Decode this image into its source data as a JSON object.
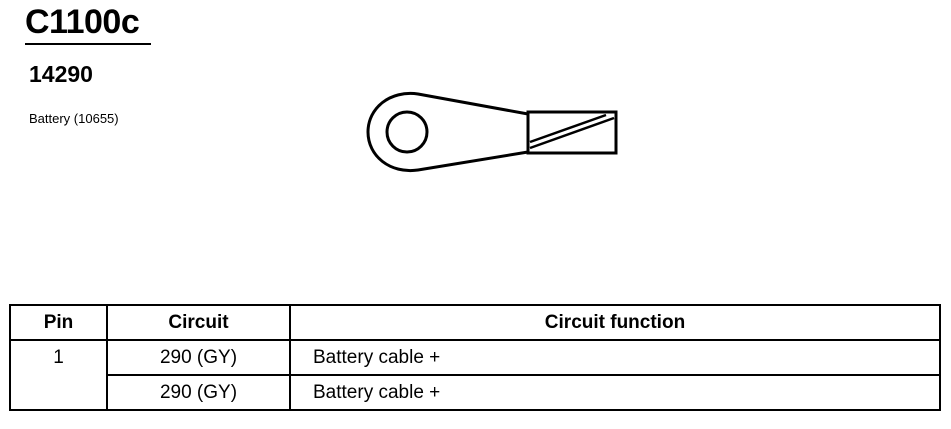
{
  "connector": {
    "id": "C1100c",
    "part_number": "14290",
    "component": "Battery (10655)"
  },
  "terminal_icon": "ring-terminal-icon",
  "table": {
    "headers": {
      "pin": "Pin",
      "circuit": "Circuit",
      "circuit_function": "Circuit function"
    },
    "pin": "1",
    "rows": [
      {
        "circuit": "290 (GY)",
        "function": "Battery cable +"
      },
      {
        "circuit": "290 (GY)",
        "function": "Battery cable +"
      }
    ]
  }
}
